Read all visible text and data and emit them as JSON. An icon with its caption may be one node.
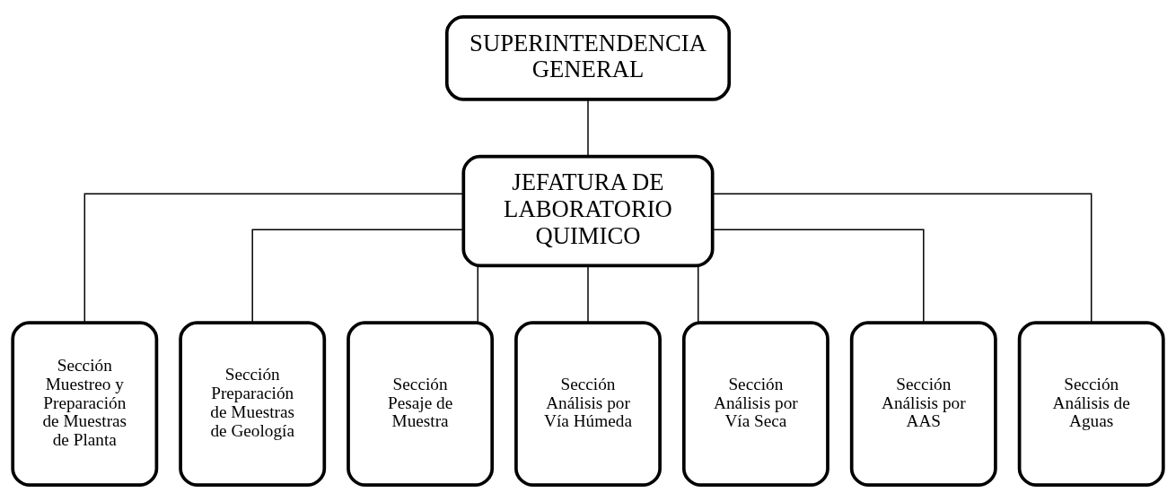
{
  "diagram": {
    "nodes": [
      {
        "text": [
          "SUPERINTENDENCIA GENERAL"
        ]
      },
      {
        "text": [
          "JEFATURA DE LABORATORIO QUIMICO"
        ]
      },
      {
        "text": [
          "Sección Muestreo y Preparación de Muestras de Planta"
        ]
      },
      {
        "text": [
          "Sección Preparación de Muestras de Geología"
        ]
      },
      {
        "text": [
          "Sección Pesaje de Muestra"
        ]
      },
      {
        "text": [
          "Sección Análisis por Vía Húmeda"
        ]
      },
      {
        "text": [
          "Sección Análisis por Vía Seca"
        ]
      },
      {
        "text": [
          "Sección Análisis por AAS"
        ]
      },
      {
        "text": [
          "Sección Análisis de Aguas"
        ]
      }
    ],
    "edges": [
      {
        "from": 0,
        "to": 1,
        "arrow": "none"
      },
      {
        "from": 1,
        "to": 2,
        "arrow": "none"
      },
      {
        "from": 1,
        "to": 3,
        "arrow": "none"
      },
      {
        "from": 1,
        "to": 4,
        "arrow": "none"
      },
      {
        "from": 1,
        "to": 5,
        "arrow": "none"
      },
      {
        "from": 1,
        "to": 6,
        "arrow": "none"
      },
      {
        "from": 1,
        "to": 7,
        "arrow": "none"
      },
      {
        "from": 1,
        "to": 8,
        "arrow": "none"
      }
    ]
  }
}
